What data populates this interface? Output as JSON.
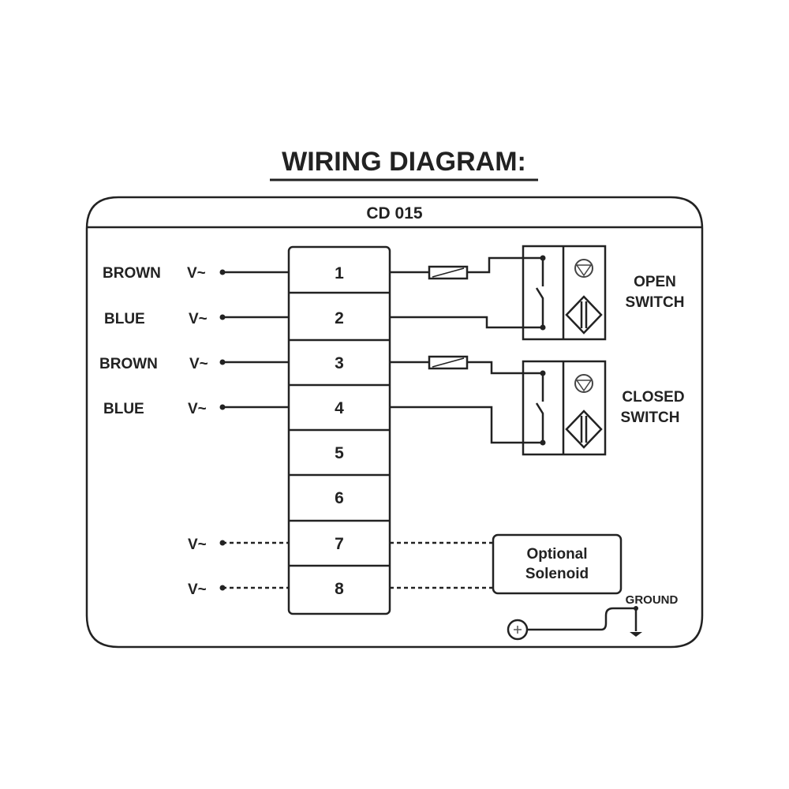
{
  "title": "WIRING DIAGRAM:",
  "model": "CD 015",
  "terminals": [
    "1",
    "2",
    "3",
    "4",
    "5",
    "6",
    "7",
    "8"
  ],
  "left_wires": [
    {
      "color": "BROWN",
      "voltage": "V~"
    },
    {
      "color": "BLUE",
      "voltage": "V~"
    },
    {
      "color": "BROWN",
      "voltage": "V~"
    },
    {
      "color": "BLUE",
      "voltage": "V~"
    }
  ],
  "solenoid_wires": [
    {
      "voltage": "V~"
    },
    {
      "voltage": "V~"
    }
  ],
  "switches": [
    {
      "line1": "OPEN",
      "line2": "SWITCH"
    },
    {
      "line1": "CLOSED",
      "line2": "SWITCH"
    }
  ],
  "solenoid": {
    "line1": "Optional",
    "line2": "Solenoid"
  },
  "ground_label": "GROUND"
}
